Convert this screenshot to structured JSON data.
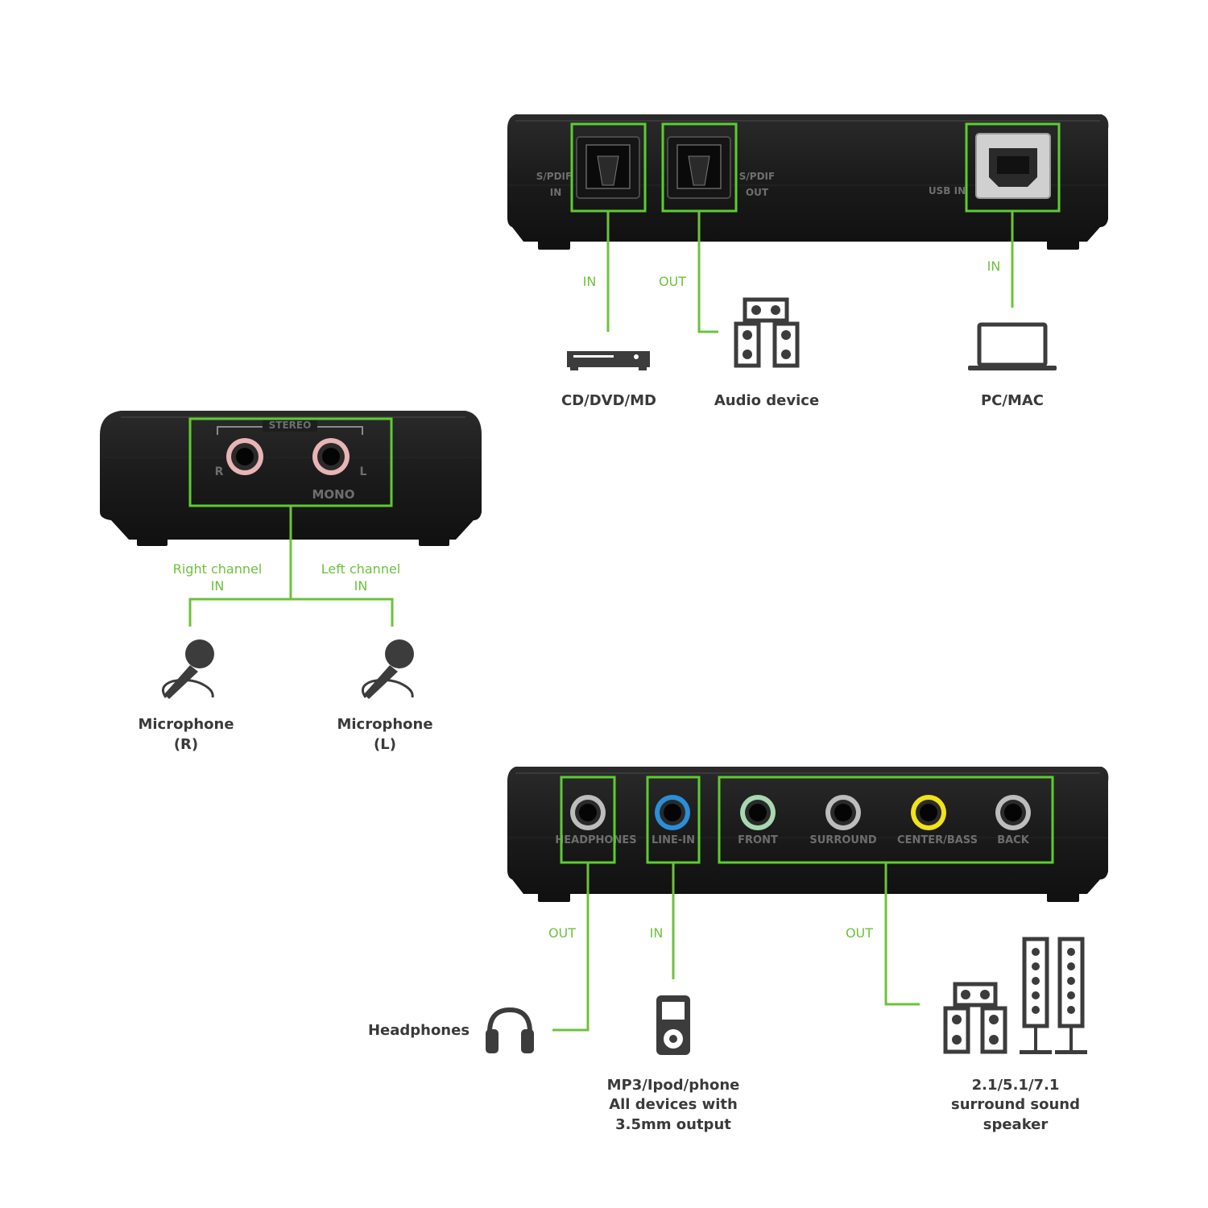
{
  "top_device": {
    "ports": {
      "spdif_in": "S/PDIF\nIN",
      "spdif_out": "S/PDIF\nOUT",
      "usb_in": "USB IN"
    },
    "tags": {
      "spdif_in": "IN",
      "spdif_out": "OUT",
      "usb": "IN"
    },
    "devices": {
      "cd": "CD/DVD/MD",
      "audio": "Audio device",
      "pc": "PC/MAC"
    }
  },
  "left_device": {
    "ports": {
      "stereo": "STEREO",
      "r": "R",
      "l": "L",
      "mono": "MONO"
    },
    "tags": {
      "right_1": "Right channel",
      "right_2": "IN",
      "left_1": "Left channel",
      "left_2": "IN"
    },
    "devices": {
      "mic_r_1": "Microphone",
      "mic_r_2": "(R)",
      "mic_l_1": "Microphone",
      "mic_l_2": "(L)"
    }
  },
  "bottom_device": {
    "ports": {
      "headphones": "HEADPHONES",
      "line_in": "LINE-IN",
      "front": "FRONT",
      "surround": "SURROUND",
      "center": "CENTER/BASS",
      "back": "BACK"
    },
    "tags": {
      "headphones": "OUT",
      "line_in": "IN",
      "speakers": "OUT"
    },
    "devices": {
      "headphones": "Headphones",
      "mp3_1": "MP3/Ipod/phone",
      "mp3_2": "All devices with",
      "mp3_3": "3.5mm output",
      "spk_1": "2.1/5.1/7.1",
      "spk_2": "surround sound",
      "spk_3": "speaker"
    }
  },
  "colors": {
    "accent": "#6cc23c",
    "frame": "#5dcc2f",
    "device_body": "#1c1c1c",
    "jack_pink": "#e8b4b4",
    "jack_blue": "#2a8fd8",
    "jack_green": "#a8d8b0",
    "jack_yellow": "#f2e21a"
  }
}
